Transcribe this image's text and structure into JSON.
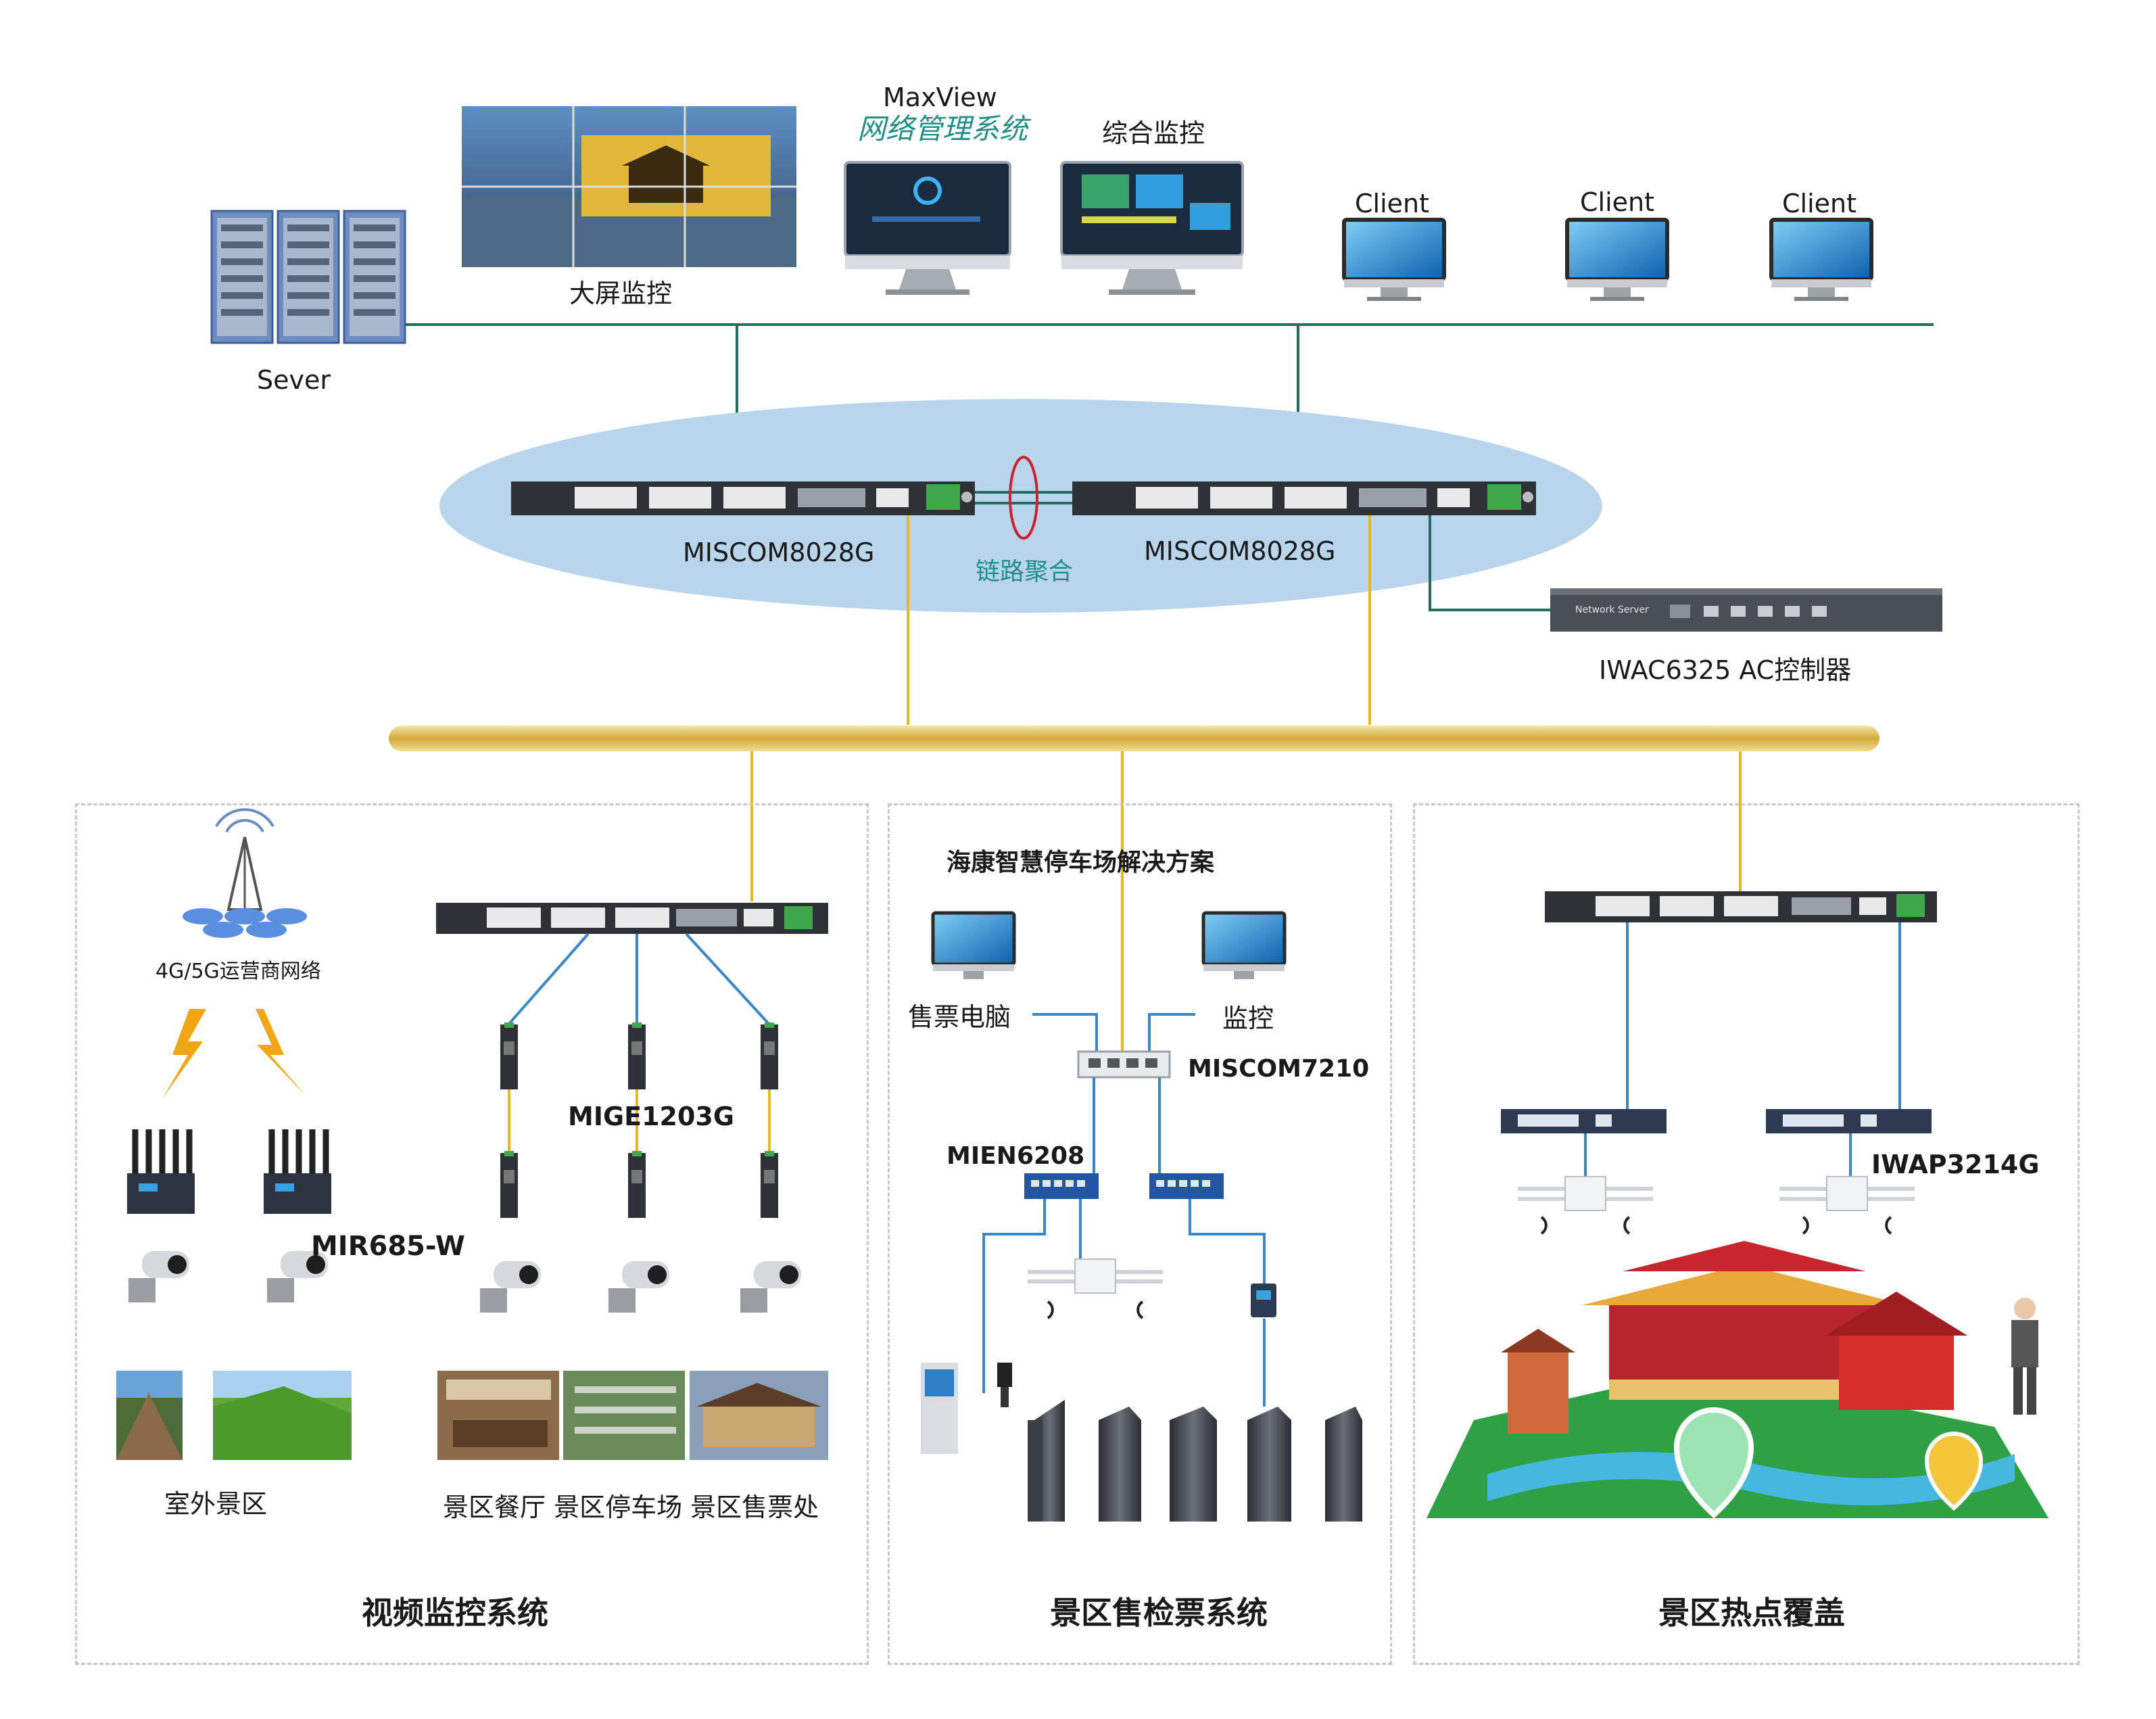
{
  "top": {
    "server_label": "Sever",
    "videowall_label": "大屏监控",
    "maxview_title": "MaxView",
    "maxview_subtitle": "网络管理系统",
    "monitor_label": "综合监控",
    "clients": [
      "Client",
      "Client",
      "Client"
    ]
  },
  "core": {
    "switch1_label": "MISCOM8028G",
    "switch2_label": "MISCOM8028G",
    "aggregation_label": "链路聚合",
    "ac_label": "IWAC6325 AC控制器",
    "ac_screen_text": "Network Server"
  },
  "video": {
    "title": "视频监控系统",
    "carrier_label": "4G/5G运营商网络",
    "router_label": "MIR685-W",
    "converter_label": "MIGE1203G",
    "scenic_outdoor_label": "室外景区",
    "facility_labels": "景区餐厅 景区停车场 景区售票处"
  },
  "ticket": {
    "title": "景区售检票系统",
    "solution_label": "海康智慧停车场解决方案",
    "ticket_pc_label": "售票电脑",
    "monitor_label": "监控",
    "switch_label": "MISCOM7210",
    "sub_switch_label": "MIEN6208"
  },
  "hotspot": {
    "title": "景区热点覆盖",
    "ap_label": "IWAP3214G"
  },
  "colors": {
    "lan_line": "#1f6e5e",
    "fiber": "#e8b820",
    "ethernet": "#3a86c8",
    "core_ellipse": "#b9d5ec",
    "aggregation_ring": "#d0202a",
    "backbone": "#d8b54a"
  }
}
